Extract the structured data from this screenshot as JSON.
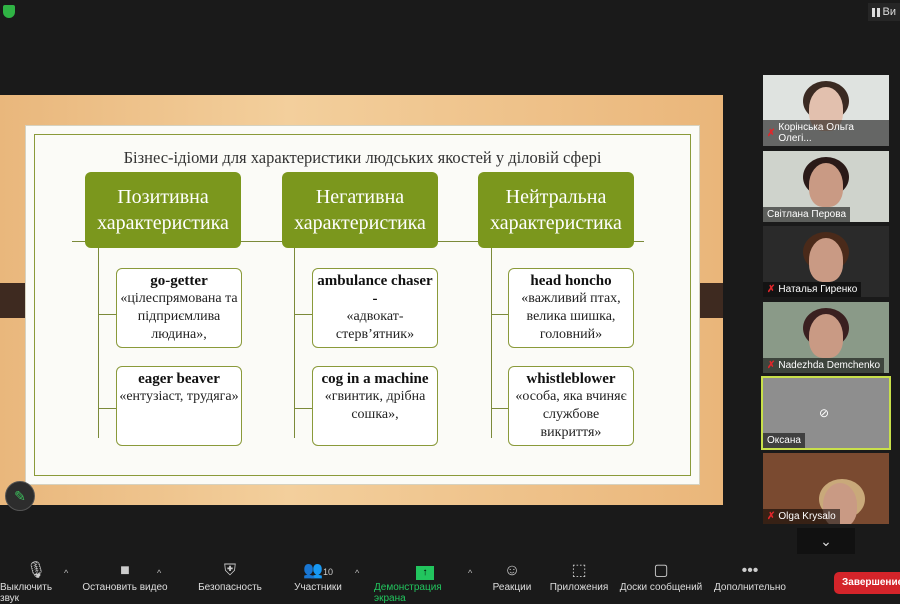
{
  "top": {
    "view_label": "Ви"
  },
  "slide": {
    "title": "Бізнес-ідіоми для характеристики людських якостей у діловій сфері",
    "columns": [
      {
        "header": "Позитивна характеристика",
        "cards": [
          {
            "term": "go-getter",
            "desc": "«цілеспрямована та підприємлива людина»,"
          },
          {
            "term": "eager beaver",
            "desc": "«ентузіаст, трудяга»"
          }
        ]
      },
      {
        "header": "Негативна характеристика",
        "cards": [
          {
            "term": "ambulance chaser -",
            "desc": "«адвокат-стерв’ятник»"
          },
          {
            "term": "cog in a machine",
            "desc": "«гвинтик, дрібна сошка»,"
          }
        ]
      },
      {
        "header": "Нейтральна характеристика",
        "cards": [
          {
            "term": "head honcho",
            "desc": "«важливий птах, велика шишка, головний»"
          },
          {
            "term": "whistleblower",
            "desc": "«особа, яка вчиняє службове викриття»"
          }
        ]
      }
    ]
  },
  "participants": [
    {
      "name": "Корінська Ольга Олегі...",
      "muted": true
    },
    {
      "name": "Світлана Перова",
      "muted": false
    },
    {
      "name": "Наталья Гиренко",
      "muted": true
    },
    {
      "name": "Nadezhda Demchenko",
      "muted": true
    },
    {
      "name": "Оксана",
      "muted": false,
      "video_off": true
    },
    {
      "name": "Olga Krysalo",
      "muted": true
    }
  ],
  "toolbar": {
    "mute": "Выключить звук",
    "video": "Остановить видео",
    "security": "Безопасность",
    "participants": "Участники",
    "participants_count": "10",
    "share": "Демонстрация экрана",
    "reactions": "Реакции",
    "apps": "Приложения",
    "whiteboards": "Доски сообщений",
    "more": "Дополнительно",
    "end": "Завершение"
  },
  "colors": {
    "accent": "#7b971d",
    "share": "#22c55e",
    "end": "#d4242a"
  }
}
